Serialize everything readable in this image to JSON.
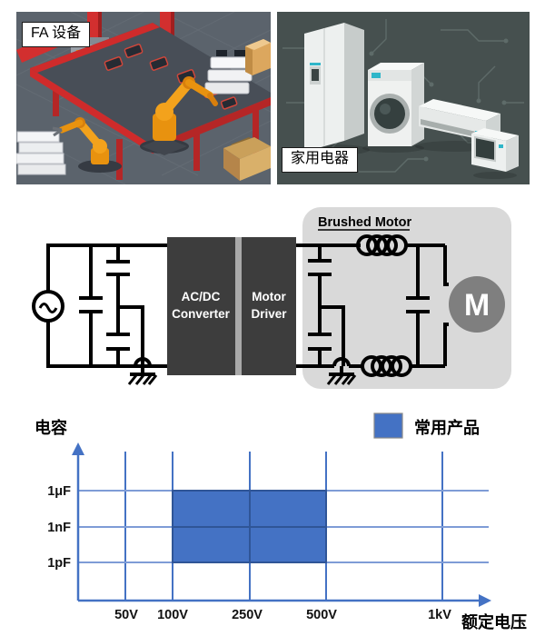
{
  "header_images": {
    "fa_label": "FA 设备",
    "home_label": "家用电器"
  },
  "circuit": {
    "acdc_converter": {
      "line1": "AC/DC",
      "line2": "Converter"
    },
    "motor_driver": {
      "line1": "Motor",
      "line2": "Driver"
    },
    "brushed_motor_title": "Brushed Motor",
    "motor_symbol": "M"
  },
  "chart": {
    "y_axis_title": "电容",
    "x_axis_title": "额定电压",
    "legend": {
      "label": "常用产品",
      "color": "#4472C4"
    },
    "x_ticks": [
      "50V",
      "100V",
      "250V",
      "500V",
      "1kV"
    ],
    "y_ticks": [
      "1μF",
      "1nF",
      "1pF"
    ]
  },
  "chart_data": {
    "type": "area",
    "title": "",
    "xlabel": "额定电压",
    "ylabel": "电容",
    "x_tick_labels": [
      "50V",
      "100V",
      "250V",
      "500V",
      "1kV"
    ],
    "y_tick_labels": [
      "1μF",
      "1nF",
      "1pF"
    ],
    "highlight_region": {
      "label": "常用产品",
      "x_from": "100V",
      "x_to": "500V",
      "y_from": "1pF",
      "y_to": "1μF",
      "fill": "#4472C4"
    },
    "grid": true,
    "legend_position": "top-right",
    "axis_color": "#4472C4"
  },
  "colors": {
    "accent_blue": "#4472C4",
    "region_border": "#2f5597",
    "box_dark": "#3d3d3d",
    "brushed_bg": "#d9d9d9",
    "motor_gray": "#7f7f7f"
  }
}
